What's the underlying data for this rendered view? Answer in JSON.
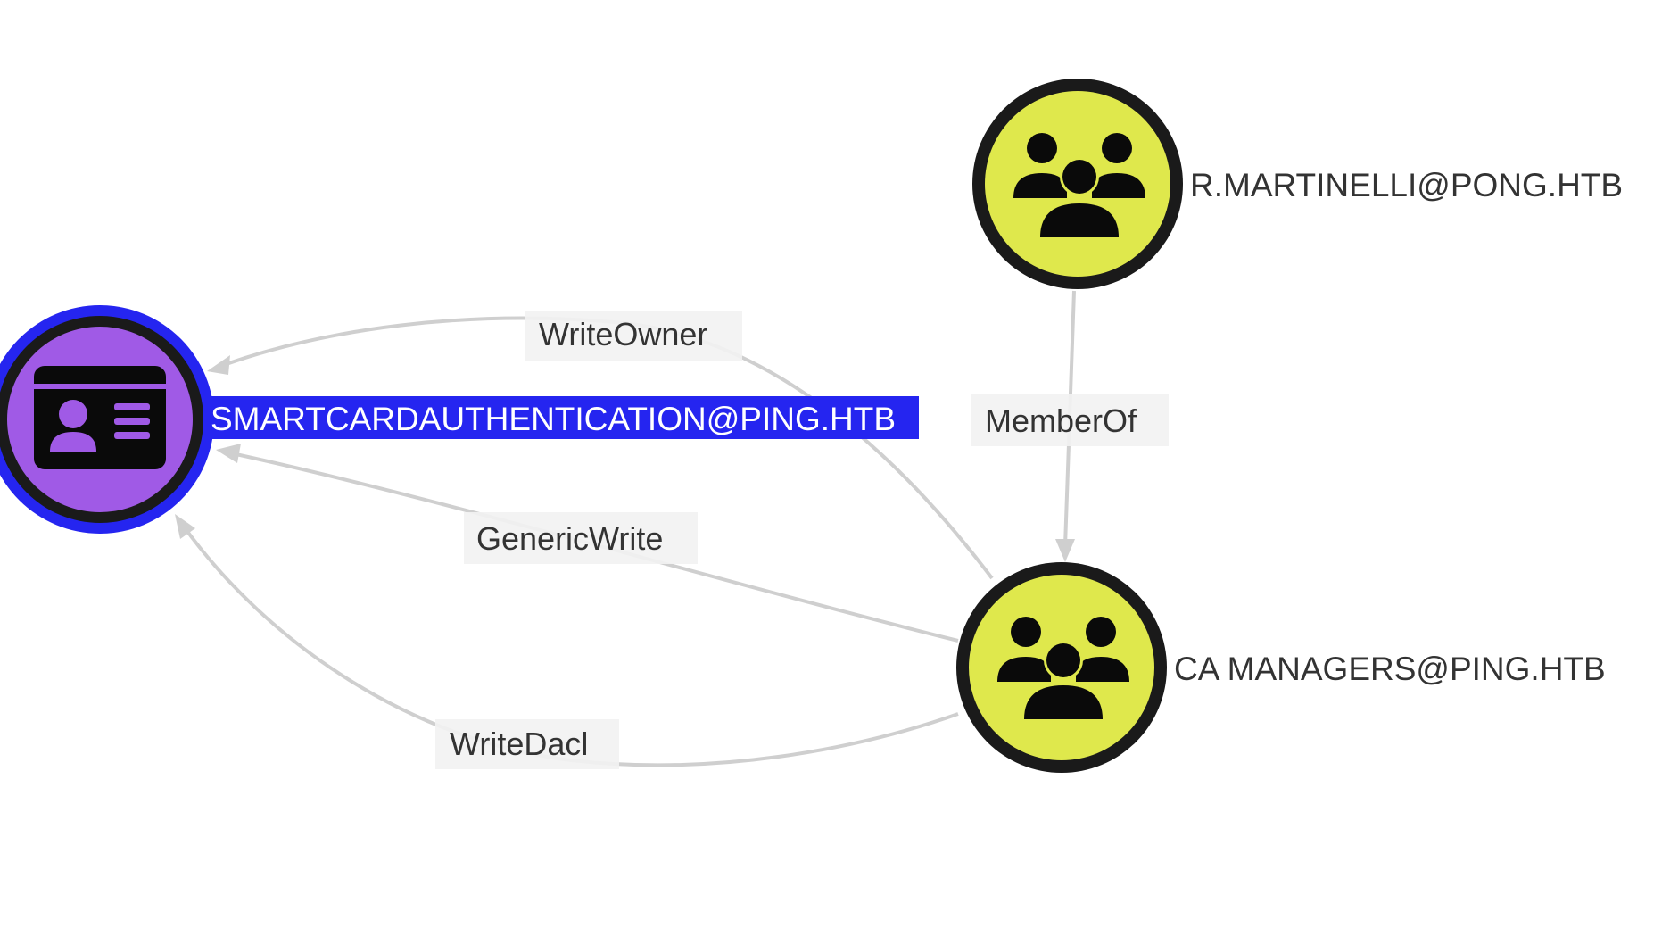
{
  "graph": {
    "nodes": [
      {
        "id": "smartcard",
        "label": "SMARTCARDAUTHENTICATION@PING.HTB",
        "type": "certificate-template",
        "icon": "id-card-icon",
        "selected": true,
        "fill": "#a05ae6",
        "border": "#1a1a1a",
        "selection_ring": "#2525f0"
      },
      {
        "id": "martinelli",
        "label": "R.MARTINELLI@PONG.HTB",
        "type": "group",
        "icon": "group-icon",
        "selected": false,
        "fill": "#dfe84c",
        "border": "#1a1a1a"
      },
      {
        "id": "camanagers",
        "label": "CA MANAGERS@PING.HTB",
        "type": "group",
        "icon": "group-icon",
        "selected": false,
        "fill": "#dfe84c",
        "border": "#1a1a1a"
      }
    ],
    "edges": [
      {
        "from": "camanagers",
        "to": "smartcard",
        "label": "WriteOwner"
      },
      {
        "from": "martinelli",
        "to": "camanagers",
        "label": "MemberOf"
      },
      {
        "from": "camanagers",
        "to": "smartcard",
        "label": "GenericWrite"
      },
      {
        "from": "camanagers",
        "to": "smartcard",
        "label": "WriteDacl"
      }
    ],
    "colors": {
      "edge": "#cfcfcf",
      "highlight": "#2525f0",
      "label_text": "#333333"
    }
  }
}
